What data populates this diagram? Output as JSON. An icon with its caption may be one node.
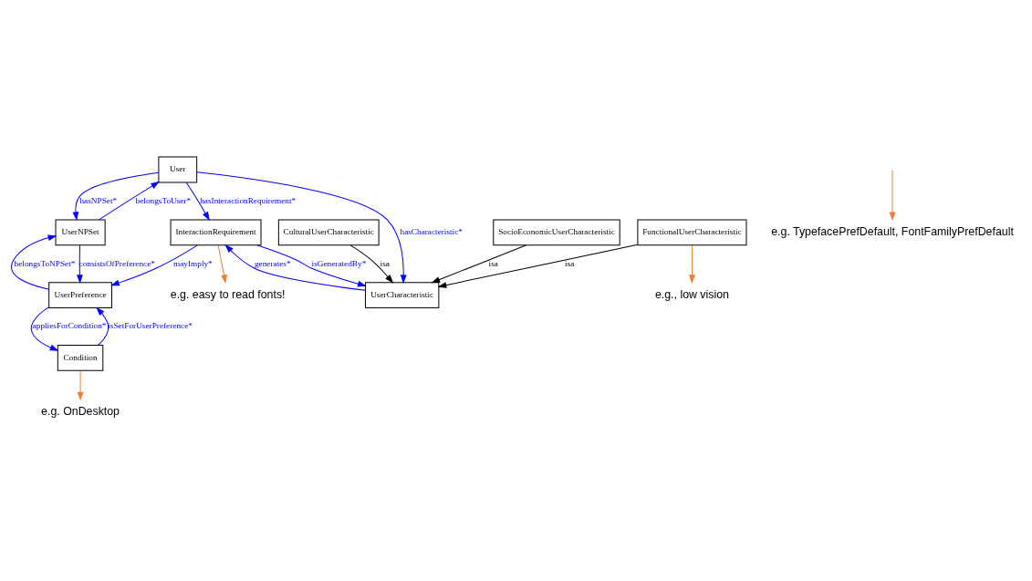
{
  "diagram": {
    "nodes": [
      {
        "text": [
          "User"
        ]
      },
      {
        "text": [
          "UserNPSet"
        ]
      },
      {
        "text": [
          "InteractionRequirement"
        ]
      },
      {
        "text": [
          "UserPreference"
        ]
      },
      {
        "text": [
          "UserCharacteristic"
        ]
      },
      {
        "text": [
          "Condition"
        ]
      },
      {
        "text": [
          "SocioEconomicUserCharacteristic"
        ]
      },
      {
        "text": [
          "FunctionalUserCharacteristic"
        ]
      },
      {
        "text": [
          "CulturalUserCharacteristic"
        ]
      },
      {
        "text": [
          "e.g. OnDesktop"
        ]
      },
      {
        "text": [
          "e.g. easy to read fonts!"
        ]
      },
      {
        "text": [
          "e.g. TypefacePrefDefault, FontFamilyPrefDefault"
        ]
      },
      {
        "text": [
          "e.g., low vision"
        ]
      }
    ],
    "edges": [
      {
        "from": 0,
        "to": 1,
        "arrow": "to",
        "label": "hasNPSet*"
      },
      {
        "from": 1,
        "to": 0,
        "arrow": "to",
        "label": "belongsToUser*"
      },
      {
        "from": 0,
        "to": 2,
        "arrow": "to",
        "label": "hasInteractionRequirement*"
      },
      {
        "from": 0,
        "to": 4,
        "arrow": "to",
        "label": "hasCharacteristic*"
      },
      {
        "from": 1,
        "to": 3,
        "arrow": "to",
        "label": "consistsOfPreference*"
      },
      {
        "from": 3,
        "to": 1,
        "arrow": "to",
        "label": "belongsToNPSet*"
      },
      {
        "from": 2,
        "to": 3,
        "arrow": "to",
        "label": "mayImply*"
      },
      {
        "from": 2,
        "to": 4,
        "arrow": "to",
        "label": "isGeneratedBy*"
      },
      {
        "from": 4,
        "to": 2,
        "arrow": "to",
        "label": "generates*"
      },
      {
        "from": 3,
        "to": 5,
        "arrow": "to",
        "label": "appliesForCondition*"
      },
      {
        "from": 5,
        "to": 3,
        "arrow": "to",
        "label": "isSetForUserPreference*"
      },
      {
        "from": 6,
        "to": 4,
        "arrow": "to",
        "label": "isa",
        "color": "#000000"
      },
      {
        "from": 7,
        "to": 4,
        "arrow": "to",
        "label": "isa",
        "color": "#000000"
      },
      {
        "from": 8,
        "to": 4,
        "arrow": "to",
        "label": "isa",
        "color": "#000000"
      },
      {
        "from": 5,
        "to": 9,
        "arrow": "to",
        "color": "#ed7d31"
      },
      {
        "from": 2,
        "to": 10,
        "arrow": "to",
        "color": "#ed7d31"
      },
      {
        "from": null,
        "to": 11,
        "arrow": "to",
        "color": "#ed7d31"
      },
      {
        "from": 7,
        "to": 12,
        "arrow": "to",
        "color": "#ed7d31"
      }
    ]
  }
}
